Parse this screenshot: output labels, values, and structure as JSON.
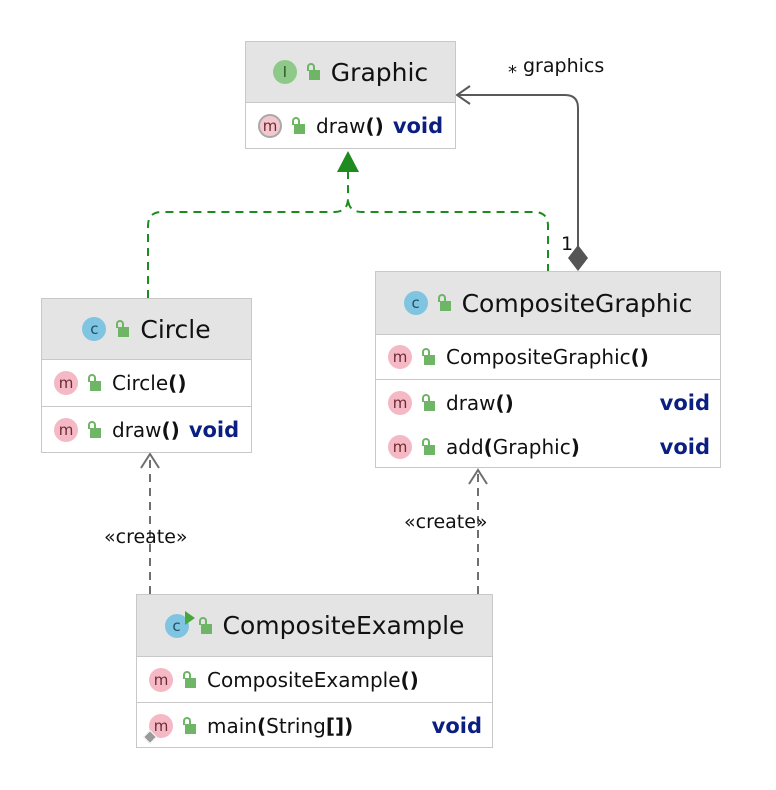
{
  "classes": {
    "graphic": {
      "name": "Graphic",
      "kind_icon": "I",
      "methods": [
        {
          "name": "draw",
          "params": "()",
          "ret": "void"
        }
      ]
    },
    "circle": {
      "name": "Circle",
      "kind_icon": "c",
      "constructor": {
        "name": "Circle",
        "params": "()"
      },
      "methods": [
        {
          "name": "draw",
          "params": "()",
          "ret": "void"
        }
      ]
    },
    "composite_graphic": {
      "name": "CompositeGraphic",
      "kind_icon": "c",
      "constructor": {
        "name": "CompositeGraphic",
        "params": "()"
      },
      "methods": [
        {
          "name": "draw",
          "params": "()",
          "ret": "void"
        },
        {
          "name": "add",
          "open": "(",
          "arg": "Graphic",
          "close": ")",
          "ret": "void"
        }
      ]
    },
    "composite_example": {
      "name": "CompositeExample",
      "kind_icon": "c",
      "constructor": {
        "name": "CompositeExample",
        "params": "()"
      },
      "methods": [
        {
          "name": "main",
          "open": "(",
          "arg": "String",
          "close": "[])",
          "ret": "void"
        }
      ]
    }
  },
  "method_icon": "m",
  "edges": {
    "aggregation": {
      "label": "graphics",
      "source_multiplicity": "1",
      "target_multiplicity": "*"
    },
    "create_circle": {
      "label": "«create»"
    },
    "create_composite": {
      "label": "«create»"
    }
  },
  "colors": {
    "realization_arrow": "#1f8a1f",
    "association_line": "#595959",
    "return_type": "#0a1f80",
    "header_bg": "#e4e4e4"
  },
  "icons": [
    "interface-icon",
    "class-icon",
    "method-icon",
    "public-lock-icon",
    "run-main-icon",
    "static-icon"
  ]
}
